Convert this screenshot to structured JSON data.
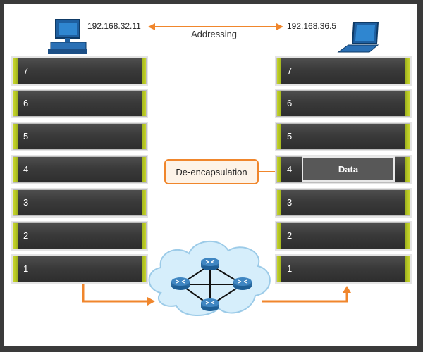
{
  "left_host": {
    "ip": "192.168.32.11",
    "device": "desktop-computer"
  },
  "right_host": {
    "ip": "192.168.36.5",
    "device": "laptop-computer"
  },
  "addressing_label": "Addressing",
  "layers": [
    "7",
    "6",
    "5",
    "4",
    "3",
    "2",
    "1"
  ],
  "callout_label": "De-encapsulation",
  "data_label": "Data",
  "network_icon": "cloud-with-routers",
  "colors": {
    "arrow": "#f0862c",
    "layer_bar": "#c8d62c",
    "layer_body": "#3a3a3a",
    "router": "#2a6aa0"
  }
}
